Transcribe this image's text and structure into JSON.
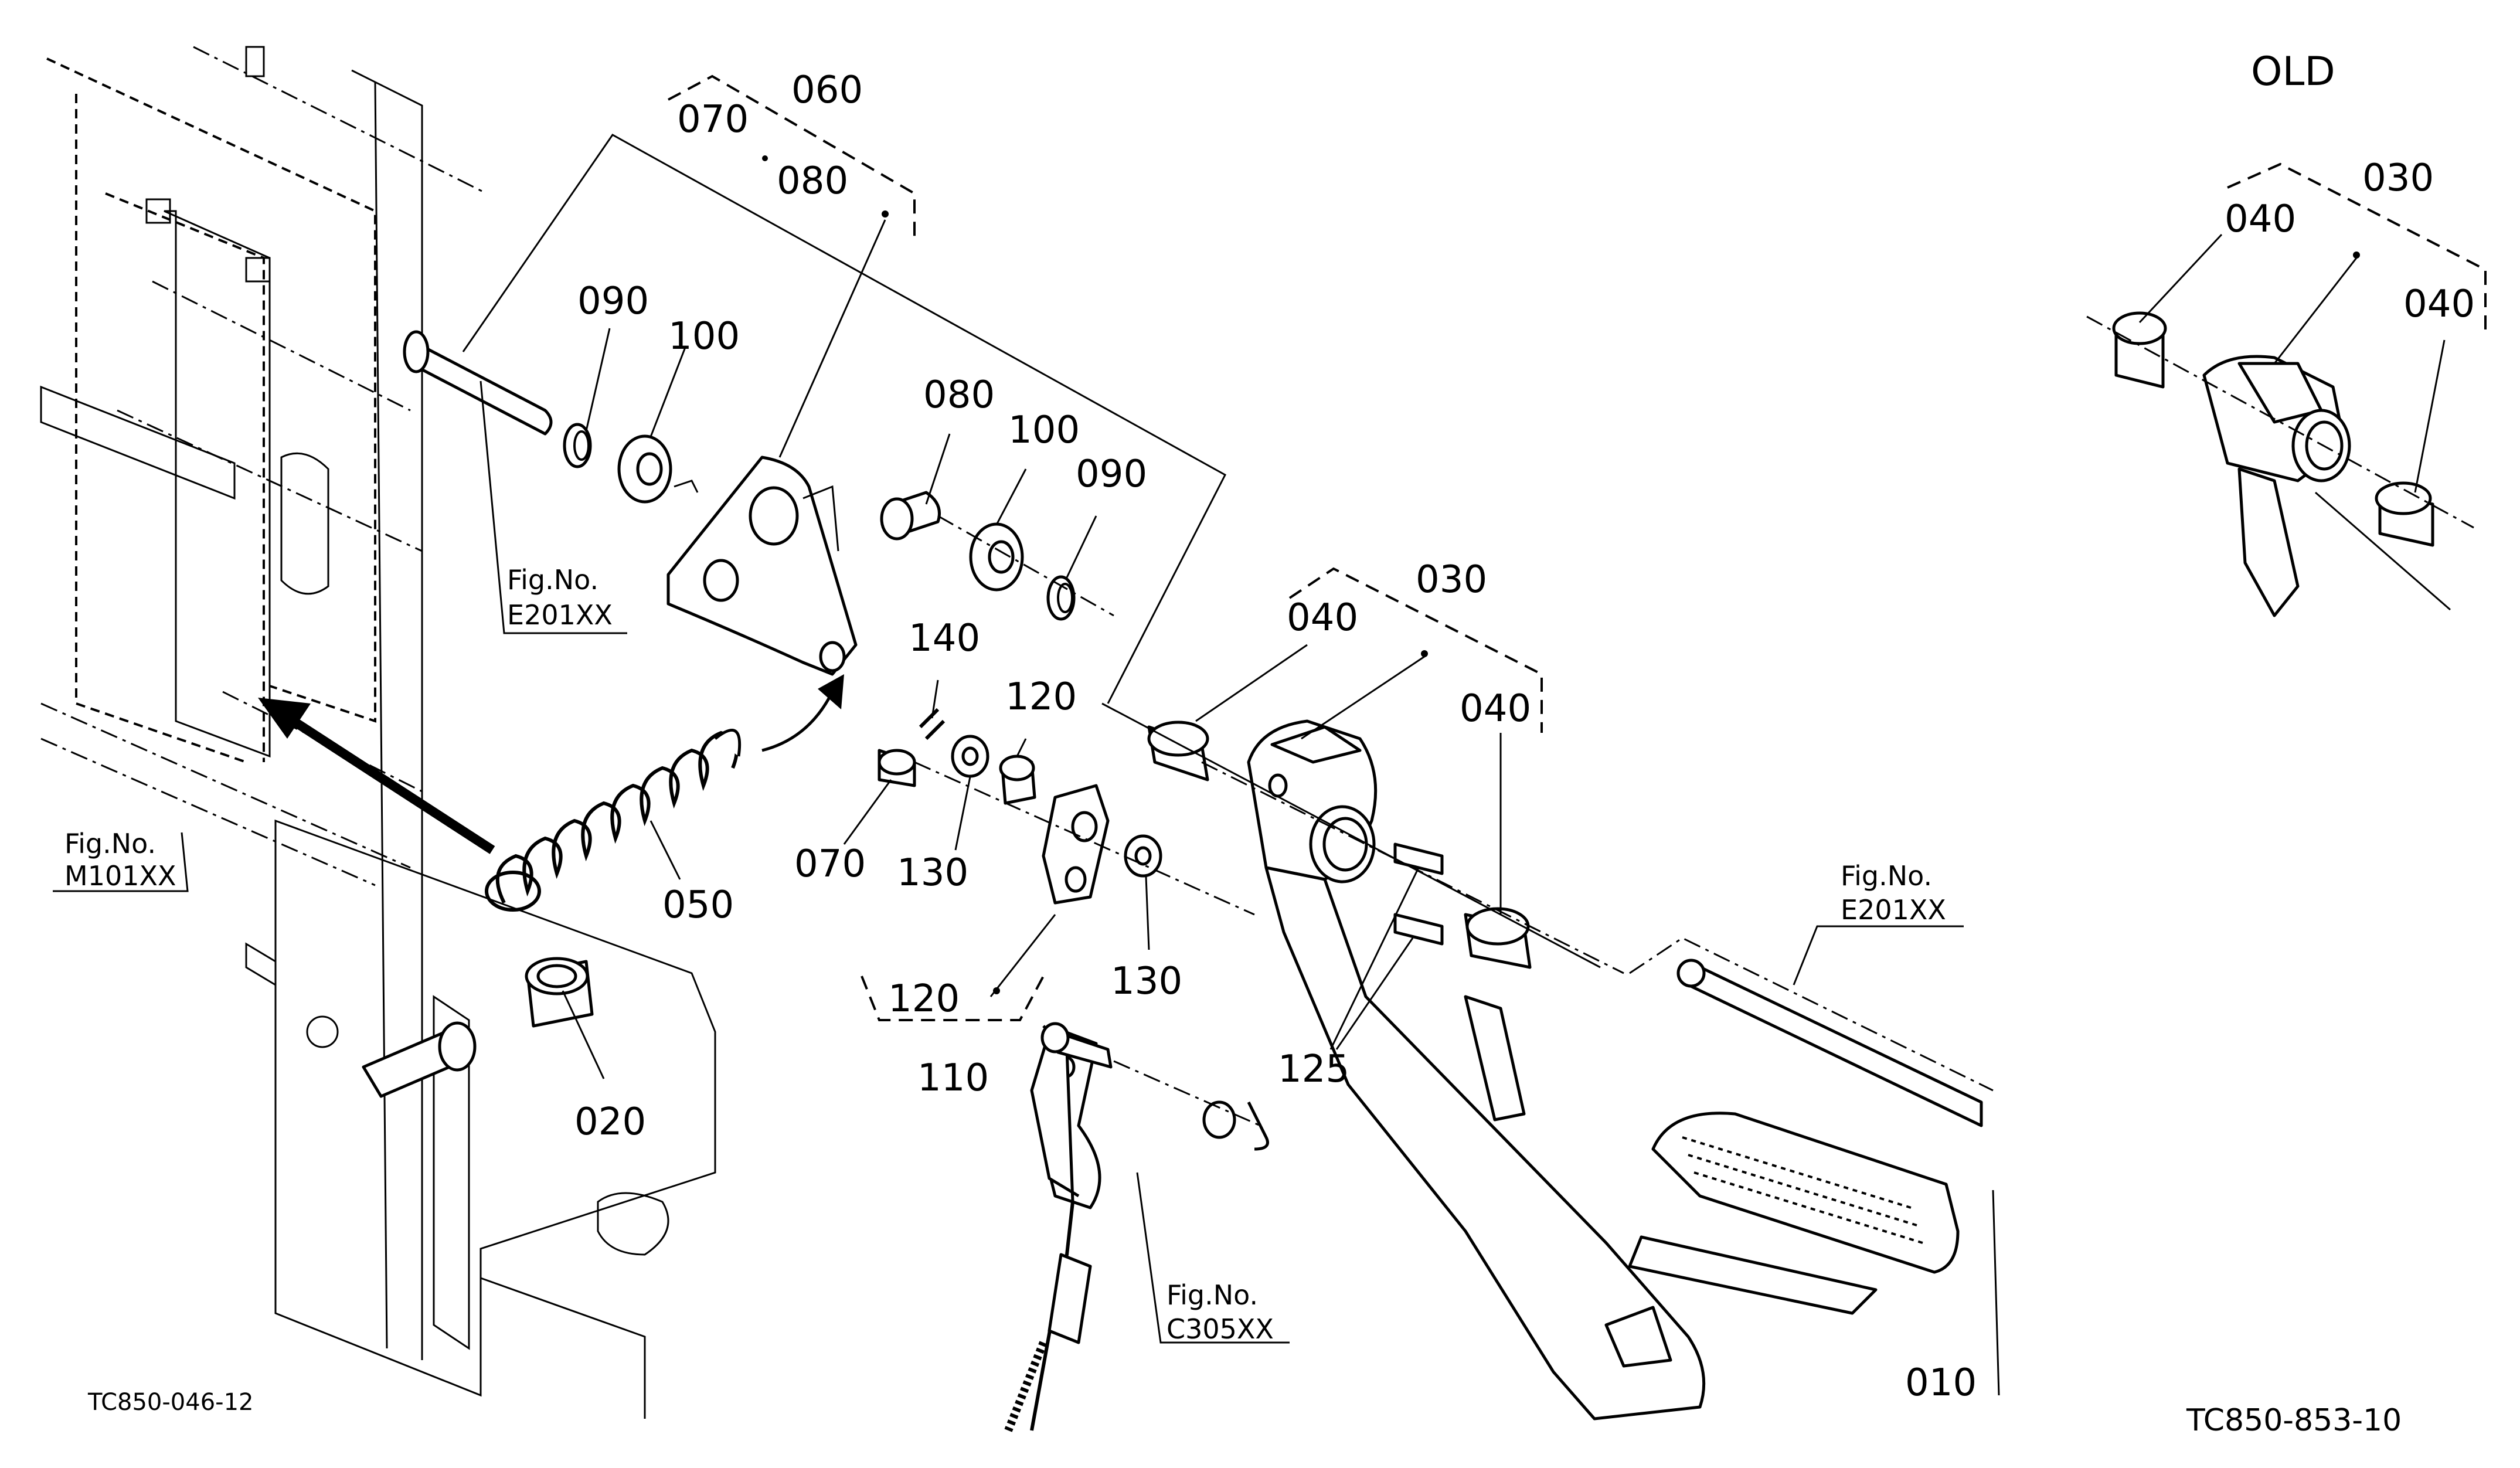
{
  "labels": {
    "p060": "060",
    "p070a": "070",
    "p080a": "080",
    "p090a": "090",
    "p100a": "100",
    "p080b": "080",
    "p100b": "100",
    "p090b": "090",
    "p140": "140",
    "p120a": "120",
    "p070b": "070",
    "p130a": "130",
    "p130b": "130",
    "p050": "050",
    "p120b": "120",
    "p110": "110",
    "p020": "020",
    "p040a": "040",
    "p030a": "030",
    "p040b": "040",
    "p125": "125",
    "p010": "010",
    "old030": "030",
    "old040a": "040",
    "old040b": "040"
  },
  "old_title": "OLD",
  "fig_refs": {
    "e201_left_label": "Fig.No.",
    "e201_left_code": "E201XX",
    "m101_label": "Fig.No.",
    "m101_code": "M101XX",
    "e201_right_label": "Fig.No.",
    "e201_right_code": "E201XX",
    "c305_label": "Fig.No.",
    "c305_code": "C305XX"
  },
  "drawing_codes": {
    "left": "TC850-046-12",
    "right": "TC850-853-10"
  }
}
